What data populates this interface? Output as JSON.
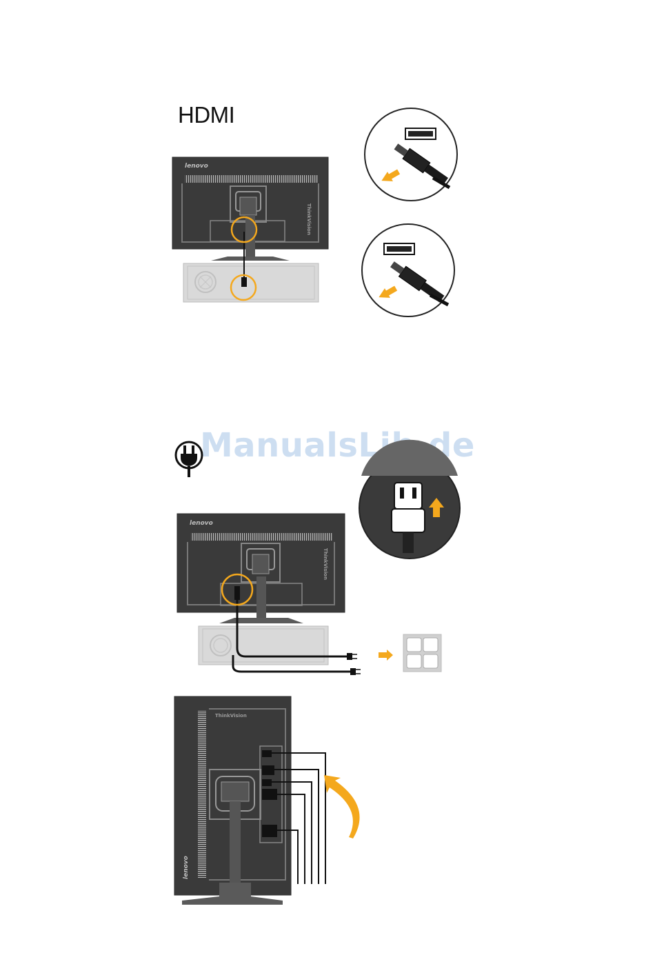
{
  "section_hdmi": {
    "heading": "HDMI"
  },
  "monitor": {
    "brand": "lenovo",
    "model_mark": "ThinkVision"
  },
  "watermark": {
    "text": "ManualsLib.de"
  },
  "colors": {
    "highlight": "#f4a81d",
    "monitor_body": "#3a3a3a",
    "arrow": "#f4a81d",
    "pc_case": "#d9d9d9"
  },
  "icons": {
    "power": "power-plug-icon",
    "arrow": "orange-arrow-icon"
  }
}
